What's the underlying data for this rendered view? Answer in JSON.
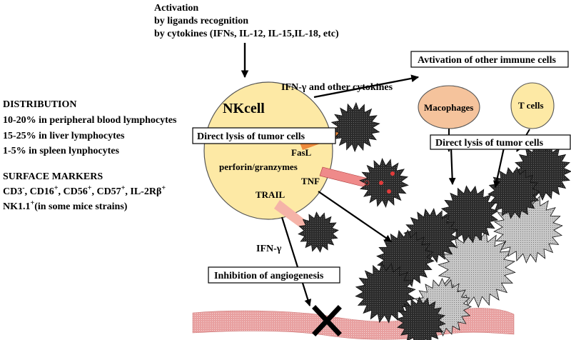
{
  "activation": {
    "line1": "Activation",
    "line2": "by  ligands recognition",
    "line3": "by cytokines (IFNs, IL-12, IL-15,IL-18, etc)"
  },
  "distribution": {
    "heading": "DISTRIBUTION",
    "items": [
      "10-20% in peripheral blood lymphocytes",
      "15-25% in liver lymphocytes",
      "1-5% in spleen lynphocytes"
    ]
  },
  "surface_markers": {
    "heading": "SURFACE MARKERS",
    "markers": [
      {
        "name": "CD3",
        "sup": "-"
      },
      {
        "name": "CD16",
        "sup": "+"
      },
      {
        "name": "CD56",
        "sup": "+"
      },
      {
        "name": "CD57",
        "sup": "+"
      },
      {
        "name": "IL-2Rβ",
        "sup": "+"
      }
    ],
    "nk11_name": "NK1.1",
    "nk11_sup": "+",
    "nk11_note": "(in some mice strains)"
  },
  "nk_cell": {
    "title": "NKcell",
    "box_label": "Direct lysis of tumor cells",
    "fasl": "FasL",
    "perforin": "perforin/granzymes",
    "tnf": "TNF",
    "trail": "TRAIL"
  },
  "ifn_top_label": "IFN-γ and other cytokines",
  "immune_activation_label": "Avtivation of other immune cells",
  "macrophages_label": "Macophages",
  "tcells_label": "T cells",
  "right_lysis_label": "Direct lysis of tumor cells",
  "ifn_bottom_label": "IFN-γ",
  "angiogenesis_label": "Inhibition of angiogenesis",
  "colors": {
    "nk_fill": "#fde9a5",
    "macrophage_fill": "#f5c39c",
    "tcell_fill": "#fde9a5",
    "vessel": "#e59a9a",
    "tumor_dark": "#2e2e2e",
    "tumor_light": "#bdbdbd",
    "fasl_ray": "#ee8a3c",
    "tnf_ray": "#ef8a8a",
    "trail_ray": "#f5b3a8"
  }
}
